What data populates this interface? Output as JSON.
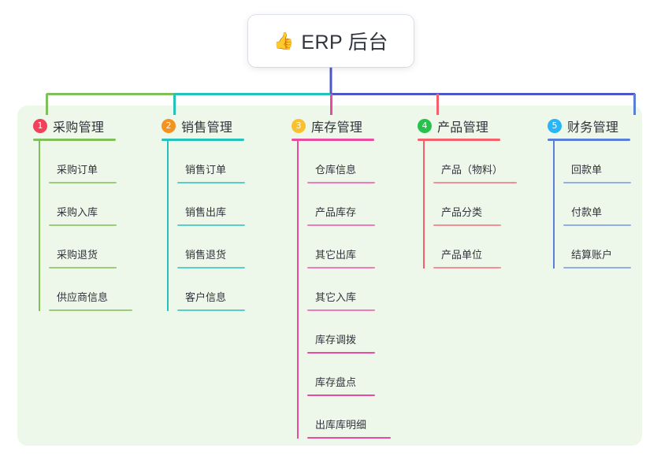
{
  "diagram": {
    "type": "mind-map",
    "root": {
      "emoji": "👍",
      "emoji_name": "thumbs-up-icon",
      "title": "ERP 后台"
    },
    "panel_color": "#eef8ea",
    "trunk_color": "#4e58c4",
    "branches": [
      {
        "index": "1",
        "title": "采购管理",
        "badge_color": "#f2415a",
        "line_color": "#7fc05a",
        "items": [
          "采购订单",
          "采购入库",
          "采购退货",
          "供应商信息"
        ]
      },
      {
        "index": "2",
        "title": "销售管理",
        "badge_color": "#f5911e",
        "line_color": "#23c3bc",
        "items": [
          "销售订单",
          "销售出库",
          "销售退货",
          "客户信息"
        ]
      },
      {
        "index": "3",
        "title": "库存管理",
        "badge_color": "#fbc02d",
        "line_color": "#ea4ba0",
        "items": [
          "仓库信息",
          "产品库存",
          "其它出库",
          "其它入库",
          "库存调拨",
          "库存盘点",
          "出库库明细"
        ]
      },
      {
        "index": "4",
        "title": "产品管理",
        "badge_color": "#27c24c",
        "line_color": "#f4606c",
        "items": [
          "产品（物料）",
          "产品分类",
          "产品单位"
        ]
      },
      {
        "index": "5",
        "title": "财务管理",
        "badge_color": "#29b6f6",
        "line_color": "#5b7fd6",
        "items": [
          "回款单",
          "付款单",
          "结算账户"
        ]
      }
    ]
  }
}
